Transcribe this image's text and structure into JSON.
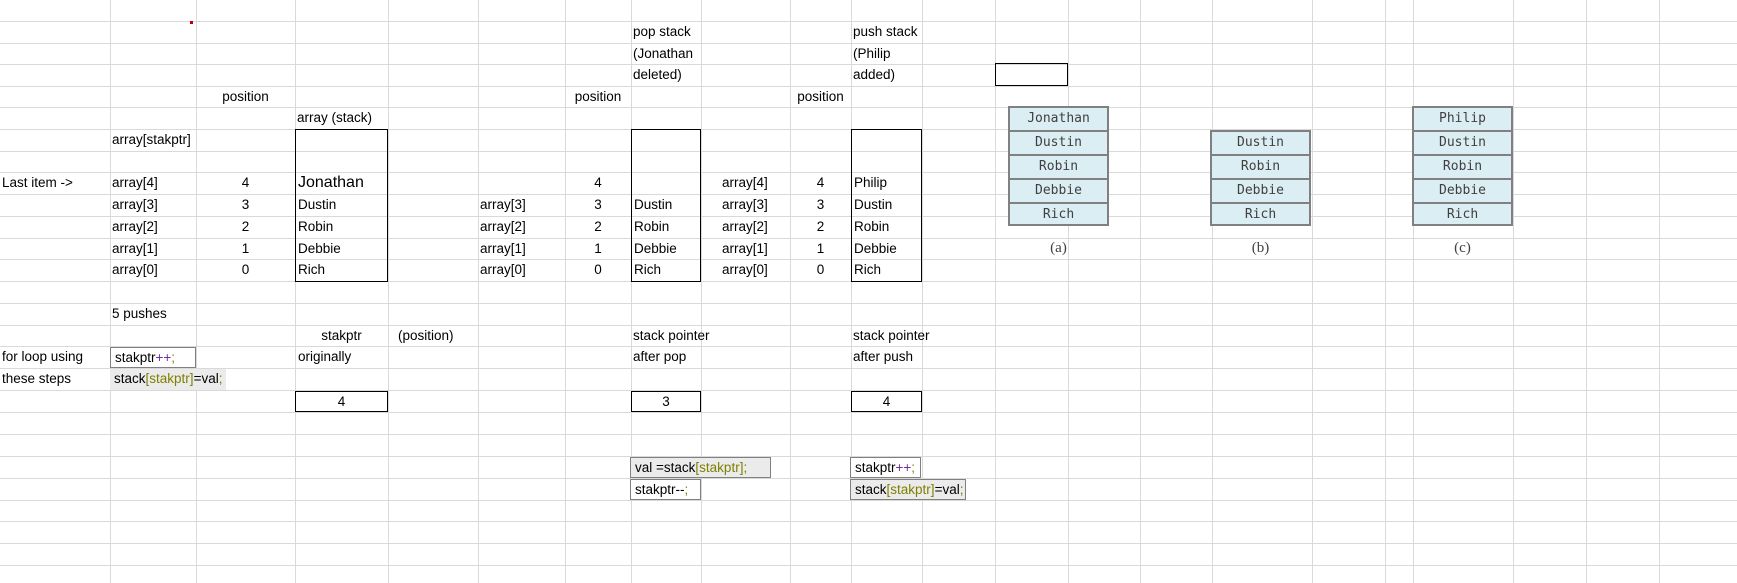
{
  "app": {
    "type": "spreadsheet",
    "title": "Stack push/pop worksheet"
  },
  "labels": {
    "position": "position",
    "array_stakptr": "array[stakptr]",
    "array_stack": "array (stack)",
    "last_item": "Last item ->",
    "five_pushes": "5 pushes",
    "for_loop_using": "for loop using",
    "these_steps": "these steps",
    "stakptr": "stakptr",
    "position_paren": "(position)",
    "originally": "originally",
    "stack_pointer": "stack pointer",
    "after_pop": "after pop",
    "after_push": "after push",
    "pop_title_l1": "pop stack",
    "pop_title_l2": "(Jonathan",
    "pop_title_l3": "deleted)",
    "push_title_l1": "push stack",
    "push_title_l2": "(Philip",
    "push_title_l3": "added)"
  },
  "table_initial": {
    "indices": [
      "array[4]",
      "array[3]",
      "array[2]",
      "array[1]",
      "array[0]"
    ],
    "positions": [
      "4",
      "3",
      "2",
      "1",
      "0"
    ],
    "values": [
      "Jonathan",
      "Dustin",
      "Robin",
      "Debbie",
      "Rich"
    ]
  },
  "table_pop": {
    "indices": [
      "",
      "array[3]",
      "array[2]",
      "array[1]",
      "array[0]"
    ],
    "positions": [
      "4",
      "3",
      "2",
      "1",
      "0"
    ],
    "values": [
      "",
      "Dustin",
      "Robin",
      "Debbie",
      "Rich"
    ]
  },
  "table_push": {
    "indices": [
      "array[4]",
      "array[3]",
      "array[2]",
      "array[1]",
      "array[0]"
    ],
    "positions": [
      "4",
      "3",
      "2",
      "1",
      "0"
    ],
    "values": [
      "Philip",
      "Dustin",
      "Robin",
      "Debbie",
      "Rich"
    ]
  },
  "pointers": {
    "originally": "4",
    "after_pop": "3",
    "after_push": "4"
  },
  "code": {
    "push_loop_1": {
      "plain1": "stakptr",
      "op": "++",
      "semi": ";"
    },
    "push_loop_2": {
      "plain1": "stack",
      "br_open": "[",
      "var": "stakptr",
      "br_close": "]",
      "plain2": "=val",
      "semi": ";"
    },
    "pop_1": {
      "plain1": "val =stack",
      "br_open": "[",
      "var": "stakptr",
      "br_close": "]",
      "semi": ";"
    },
    "pop_2": {
      "plain1": "stakptr",
      "op": "--",
      "semi": ";"
    },
    "push_1": {
      "plain1": "stakptr",
      "op": "++",
      "semi": ";"
    },
    "push_2": {
      "plain1": "stack",
      "br_open": "[",
      "var": "stakptr",
      "br_close": "]",
      "plain2": "=val",
      "semi": ";"
    }
  },
  "figures": [
    {
      "caption": "(a)",
      "slots": [
        "Jonathan",
        "Dustin",
        "Robin",
        "Debbie",
        "Rich"
      ]
    },
    {
      "caption": "(b)",
      "slots": [
        "Dustin",
        "Robin",
        "Debbie",
        "Rich"
      ]
    },
    {
      "caption": "(c)",
      "slots": [
        "Philip",
        "Dustin",
        "Robin",
        "Debbie",
        "Rich"
      ]
    }
  ],
  "colors": {
    "grid": "#d9d9d9",
    "stack_fill": "#dbeef4",
    "stack_border": "#808080",
    "code_var": "#808000",
    "code_op": "#7030a0",
    "outline": "#000000"
  }
}
